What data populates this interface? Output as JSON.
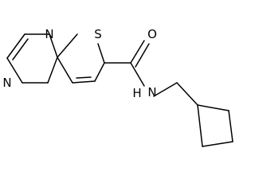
{
  "molecule": {
    "atoms": {
      "n_top": "N",
      "n_bottom": "N",
      "s_ring": "S",
      "o_carbonyl": "O",
      "n_amide": "N",
      "h_amide": "H"
    }
  }
}
